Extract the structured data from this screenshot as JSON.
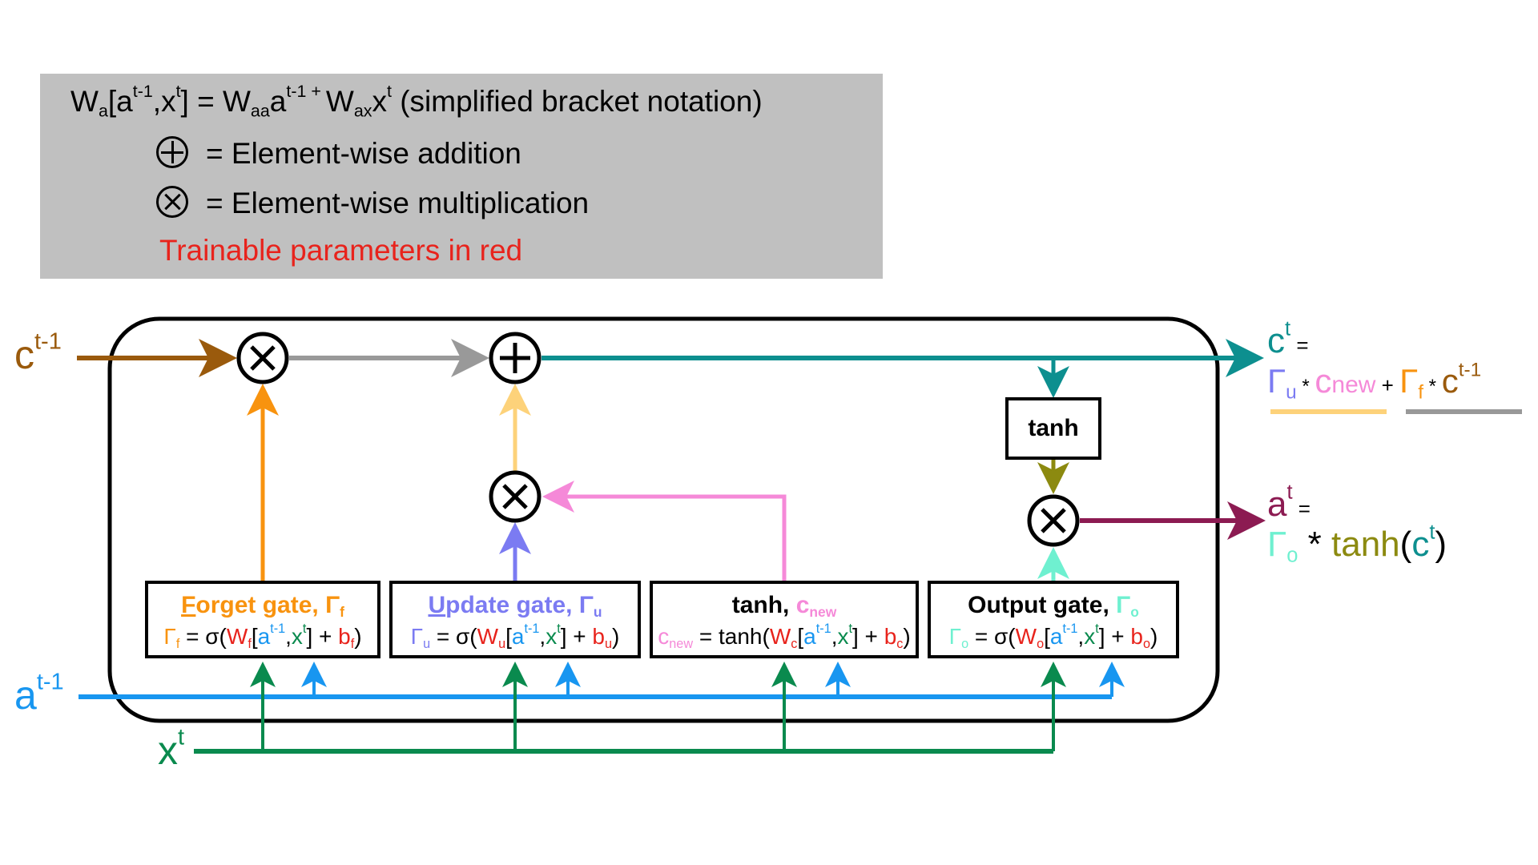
{
  "colors": {
    "c_prev": "#9a5a0c",
    "forget": "#f8930f",
    "update": "#7b7bf2",
    "cnew": "#f589d8",
    "cell_state": "#0d8f8f",
    "a_prev": "#1896f0",
    "x": "#0a8a4e",
    "trainable": "#e8231c",
    "output_gate": "#6ff0d0",
    "tanh_out": "#8c8a10",
    "a_out": "#8c1b52",
    "forget_product": "#999999",
    "update_product": "#fdd27a",
    "legend_bg": "#c0c0c0"
  },
  "legend": {
    "bracket_notation": {
      "W": "W",
      "W_sub": "a",
      "lb": "[",
      "a": "a",
      "a_sup": "t-1",
      "comma": ",",
      "x": "x",
      "x_sup": "t",
      "rb": "]",
      "eq": " = ",
      "Waa": "W",
      "Waa_sub": "aa",
      "a2": "a",
      "a2_sup": "t-1",
      "plus": " + ",
      "Wax": "W",
      "Wax_sub": "ax",
      "x2": "x",
      "x2_sup": "t",
      "note": " (simplified bracket notation)"
    },
    "addition": {
      "icon": "circled-plus-icon",
      "text": "= Element-wise addition"
    },
    "multiplication": {
      "icon": "circled-times-icon",
      "text": "= Element-wise multiplication"
    },
    "trainable_note": "Trainable parameters in red"
  },
  "inputs": {
    "c_prev": {
      "base": "c",
      "sup": "t-1"
    },
    "a_prev": {
      "base": "a",
      "sup": "t-1"
    },
    "x": {
      "base": "x",
      "sup": "t"
    }
  },
  "gates": [
    {
      "id": "forget",
      "title_first": "F",
      "title_rest": "orget gate, ",
      "symbol": "Γ",
      "symbol_sub": "f",
      "formula": {
        "lhs": "Γ",
        "lhs_sub": "f",
        "eq": " = σ(",
        "W": "W",
        "W_sub": "f",
        "lb": "[",
        "a": "a",
        "a_sup": "t-1",
        "comma": ",",
        "x": "x",
        "x_sup": "t",
        "rb": "] + ",
        "b": "b",
        "b_sub": "f",
        "close": ")"
      }
    },
    {
      "id": "update",
      "title_first": "U",
      "title_rest": "pdate gate, ",
      "symbol": "Γ",
      "symbol_sub": "u",
      "formula": {
        "lhs": "Γ",
        "lhs_sub": "u",
        "eq": " = σ(",
        "W": "W",
        "W_sub": "u",
        "lb": "[",
        "a": "a",
        "a_sup": "t-1",
        "comma": ",",
        "x": "x",
        "x_sup": "t",
        "rb": "] + ",
        "b": "b",
        "b_sub": "u",
        "close": ")"
      }
    },
    {
      "id": "candidate",
      "title_first": "",
      "title_rest": "tanh, ",
      "symbol": "c",
      "symbol_sub": "new",
      "formula": {
        "lhs": "c",
        "lhs_sub": "new",
        "eq": " = tanh(",
        "W": "W",
        "W_sub": "c",
        "lb": "[",
        "a": "a",
        "a_sup": "t-1",
        "comma": ",",
        "x": "x",
        "x_sup": "t",
        "rb": "] + ",
        "b": "b",
        "b_sub": "c",
        "close": ")"
      }
    },
    {
      "id": "output",
      "title_first": "",
      "title_rest": "Output gate, ",
      "symbol": "Γ",
      "symbol_sub": "o",
      "formula": {
        "lhs": "Γ",
        "lhs_sub": "o",
        "eq": " = σ(",
        "W": "W",
        "W_sub": "o",
        "lb": "[",
        "a": "a",
        "a_sup": "t-1",
        "comma": ",",
        "x": "x",
        "x_sup": "t",
        "rb": "] + ",
        "b": "b",
        "b_sub": "o",
        "close": ")"
      }
    }
  ],
  "tanh_block": "tanh",
  "outputs": {
    "c": {
      "lhs": "c",
      "lhs_sup": "t",
      "eq": " =",
      "gu": "Γ",
      "gu_sub": "u",
      "star1": " * ",
      "cnew": "c",
      "cnew_sub": "new",
      "plus": " + ",
      "gf": "Γ",
      "gf_sub": "f",
      "star2": " * ",
      "cprev": "c",
      "cprev_sup": "t-1"
    },
    "a": {
      "lhs": "a",
      "lhs_sup": "t",
      "eq": " =",
      "go": "Γ",
      "go_sub": "o",
      "star": " * ",
      "tanh": "tanh",
      "lp": "(",
      "c": "c",
      "c_sup": "t",
      "rp": ")"
    }
  }
}
